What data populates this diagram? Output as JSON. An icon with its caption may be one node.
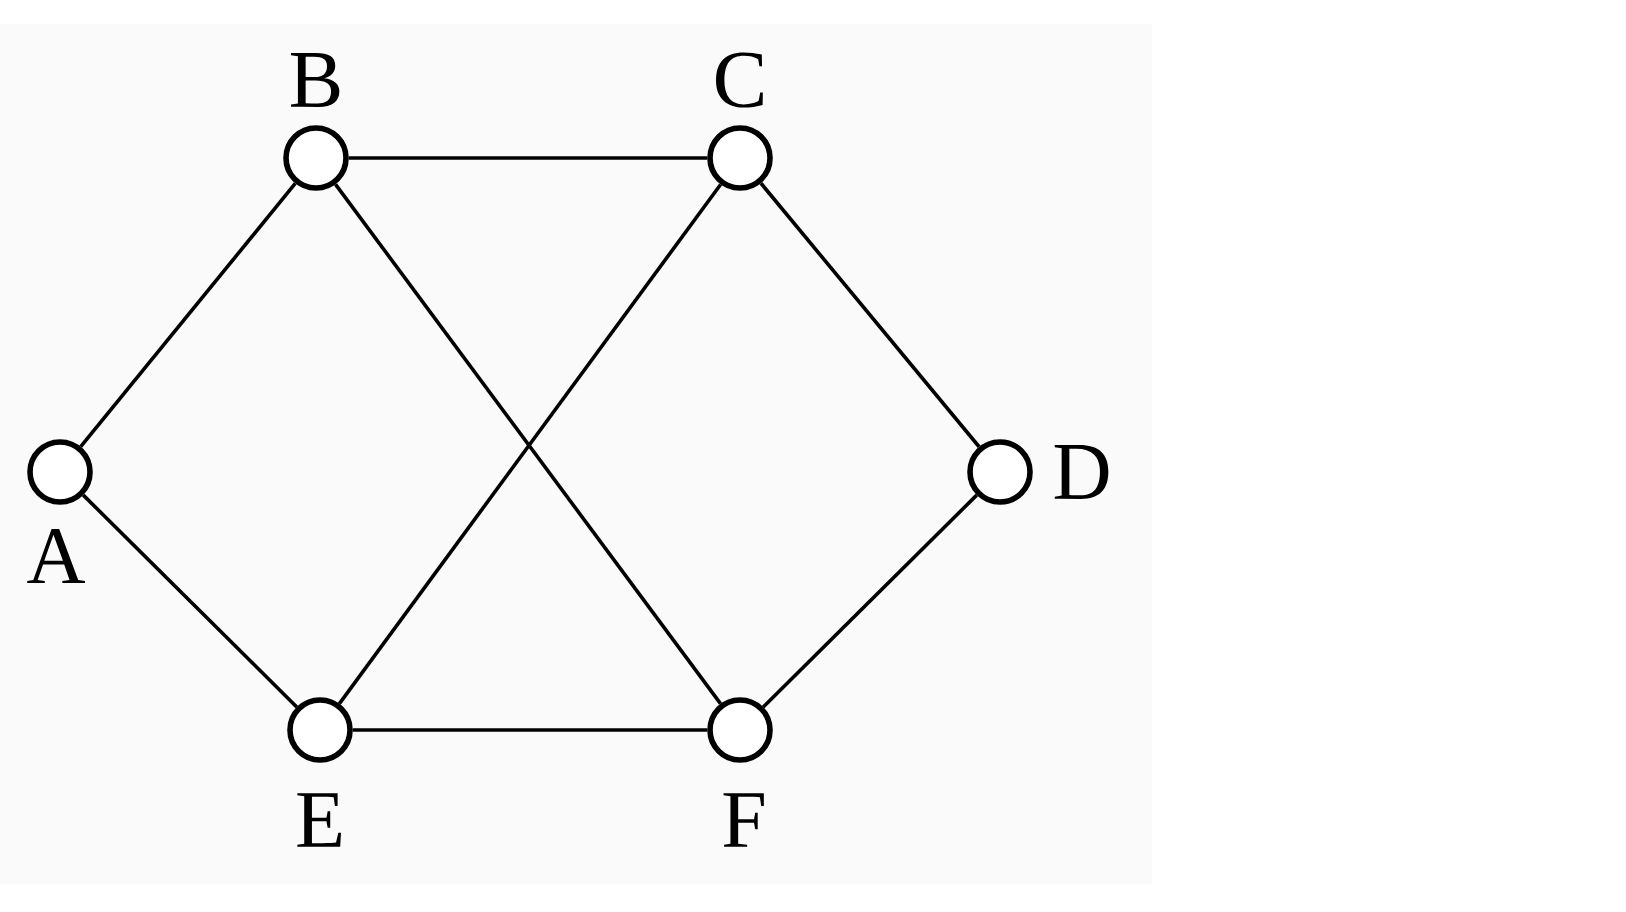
{
  "diagram": {
    "nodes": [
      {
        "text": [],
        "shape": "circle",
        "beside": [
          "A"
        ]
      },
      {
        "text": [],
        "shape": "circle",
        "beside": [
          "B"
        ]
      },
      {
        "text": [],
        "shape": "circle",
        "beside": [
          "C"
        ]
      },
      {
        "text": [],
        "shape": "circle",
        "beside": [
          "D"
        ]
      },
      {
        "text": [],
        "shape": "circle",
        "beside": [
          "E"
        ]
      },
      {
        "text": [],
        "shape": "circle",
        "beside": [
          "F"
        ]
      }
    ],
    "edges": [
      {
        "from": 0,
        "to": 1,
        "arrow": "none"
      },
      {
        "from": 0,
        "to": 4,
        "arrow": "none"
      },
      {
        "from": 1,
        "to": 2,
        "arrow": "none"
      },
      {
        "from": 1,
        "to": 5,
        "arrow": "none"
      },
      {
        "from": 2,
        "to": 4,
        "arrow": "none"
      },
      {
        "from": 2,
        "to": 3,
        "arrow": "none"
      },
      {
        "from": 3,
        "to": 5,
        "arrow": "none"
      },
      {
        "from": 4,
        "to": 5,
        "arrow": "none"
      }
    ]
  }
}
